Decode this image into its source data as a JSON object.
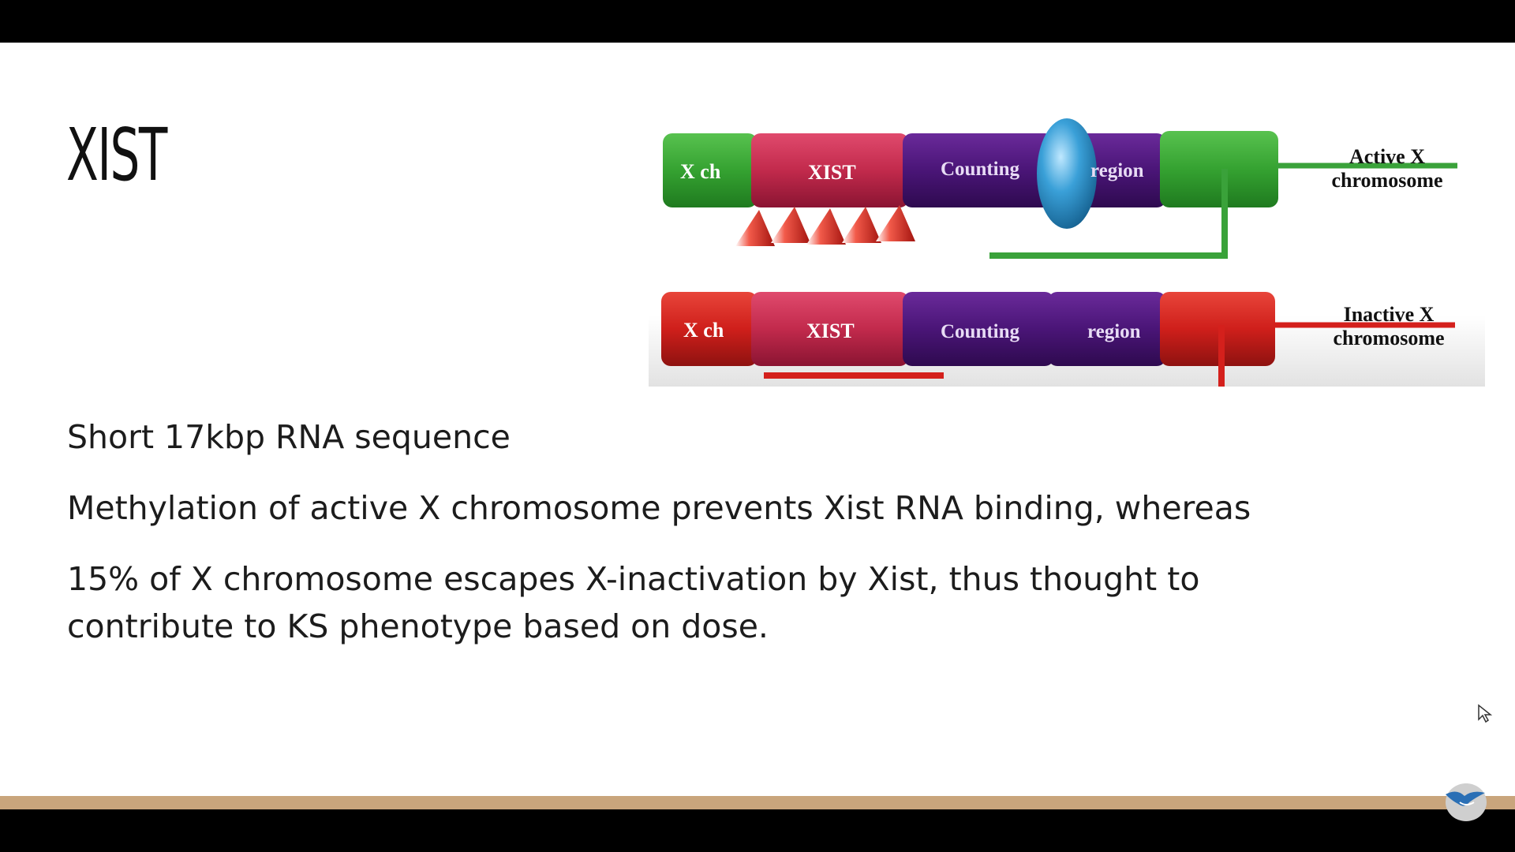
{
  "slide": {
    "title": "XIST",
    "bullets": [
      "Short 17kbp RNA sequence",
      "Methylation of active X chromosome prevents Xist RNA binding, whereas",
      "15% of X chromosome escapes X-inactivation by Xist, thus thought to contribute to KS phenotype based on dose."
    ]
  },
  "diagram": {
    "active": {
      "segments": [
        "X ch",
        "XIST",
        "Counting",
        "region"
      ],
      "label_line1": "Active X",
      "label_line2": "chromosome",
      "color": "#3aa23a"
    },
    "inactive": {
      "segments": [
        "X ch",
        "XIST",
        "Counting",
        "region"
      ],
      "label_line1": "Inactive X",
      "label_line2": "chromosome",
      "color": "#d4201c"
    },
    "colors": {
      "xist": "#c22a4c",
      "counting": "#4a1577",
      "blocker": "#3aa0d8",
      "footer": "#c9a57c"
    }
  },
  "icons": {
    "cursor": "mouse-pointer-icon",
    "logo": "bird-logo-icon"
  }
}
